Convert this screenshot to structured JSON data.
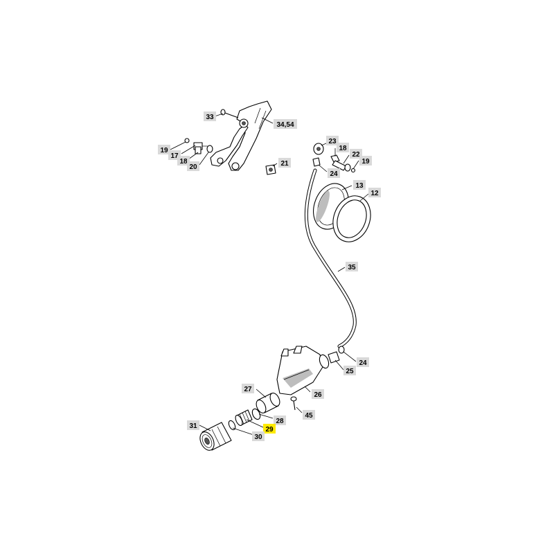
{
  "callouts": [
    {
      "id": "33",
      "text": "33",
      "highlight": false
    },
    {
      "id": "34-54",
      "text": "34,54",
      "highlight": false
    },
    {
      "id": "19a",
      "text": "19",
      "highlight": false
    },
    {
      "id": "17",
      "text": "17",
      "highlight": false
    },
    {
      "id": "18a",
      "text": "18",
      "highlight": false
    },
    {
      "id": "20",
      "text": "20",
      "highlight": false
    },
    {
      "id": "21",
      "text": "21",
      "highlight": false
    },
    {
      "id": "23",
      "text": "23",
      "highlight": false
    },
    {
      "id": "18b",
      "text": "18",
      "highlight": false
    },
    {
      "id": "22",
      "text": "22",
      "highlight": false
    },
    {
      "id": "19b",
      "text": "19",
      "highlight": false
    },
    {
      "id": "24a",
      "text": "24",
      "highlight": false
    },
    {
      "id": "13",
      "text": "13",
      "highlight": false
    },
    {
      "id": "12",
      "text": "12",
      "highlight": false
    },
    {
      "id": "35",
      "text": "35",
      "highlight": false
    },
    {
      "id": "24b",
      "text": "24",
      "highlight": false
    },
    {
      "id": "25",
      "text": "25",
      "highlight": false
    },
    {
      "id": "27",
      "text": "27",
      "highlight": false
    },
    {
      "id": "26",
      "text": "26",
      "highlight": false
    },
    {
      "id": "28",
      "text": "28",
      "highlight": false
    },
    {
      "id": "45",
      "text": "45",
      "highlight": false
    },
    {
      "id": "31",
      "text": "31",
      "highlight": false
    },
    {
      "id": "29",
      "text": "29",
      "highlight": true
    },
    {
      "id": "30",
      "text": "30",
      "highlight": false
    }
  ],
  "colors": {
    "label_bg": "#d9d9d9",
    "highlight_bg": "#ffea00",
    "line": "#000000"
  }
}
